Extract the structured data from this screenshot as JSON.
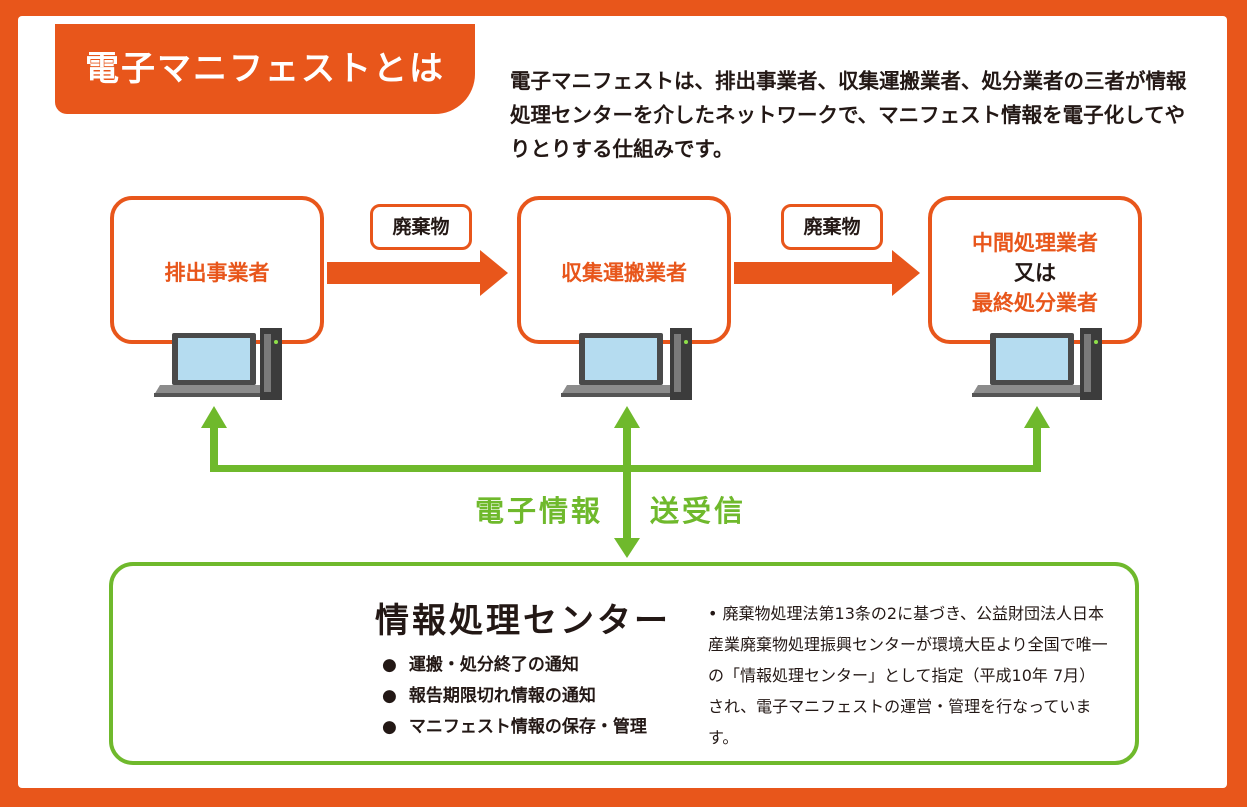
{
  "title": "電子マニフェストとは",
  "intro": "電子マニフェストは、排出事業者、収集運搬業者、処分業者の三者が情報処理センターを介したネットワークで、マニフェスト情報を電子化してやりとりする仕組みです。",
  "nodes": {
    "emitter": "排出事業者",
    "transporter": "収集運搬業者",
    "processor_line1": "中間処理業者",
    "processor_line2": "又は",
    "processor_line3": "最終処分業者"
  },
  "waste_label": "廃棄物",
  "communication": {
    "left": "電子情報",
    "right": "送受信"
  },
  "center": {
    "title": "情報処理センター",
    "features": [
      "運搬・処分終了の通知",
      "報告期限切れ情報の通知",
      "マニフェスト情報の保存・管理"
    ],
    "description": "• 廃棄物処理法第13条の2に基づき、公益財団法人日本産業廃棄物処理振興センターが環境大臣より全国で唯一の「情報処理センター」として指定（平成10年 7月）され、電子マニフェストの運営・管理を行なっています。"
  },
  "colors": {
    "accent": "#e8561b",
    "green": "#6fb92c",
    "text": "#231815"
  }
}
